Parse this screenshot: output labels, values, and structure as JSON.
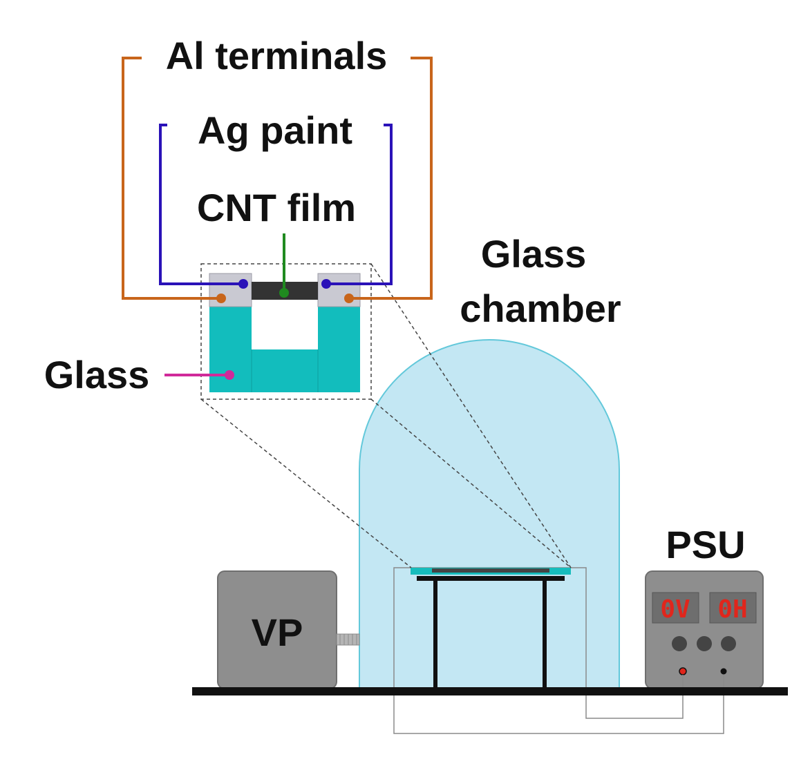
{
  "labels": {
    "al_terminals": "Al terminals",
    "ag_paint": "Ag paint",
    "cnt_film": "CNT film",
    "glass": "Glass",
    "glass_chamber_line1": "Glass",
    "glass_chamber_line2": "chamber",
    "vp": "VP",
    "psu": "PSU"
  },
  "psu_display": {
    "left": "0V",
    "right": "0H"
  },
  "colors": {
    "al_wire": "#c8651b",
    "ag_wire": "#2a12b8",
    "cnt_pointer": "#1f8a1f",
    "glass_pointer": "#d02a9a",
    "glass_substrate": "#12bdbd",
    "chamber_fill": "#bfe6f2",
    "chamber_stroke": "#5fc6d8",
    "device_gray": "#8f8f8f",
    "display_red": "#e0261c"
  },
  "icons": [
    "power-supply-unit",
    "vacuum-pump",
    "bell-jar-chamber"
  ]
}
